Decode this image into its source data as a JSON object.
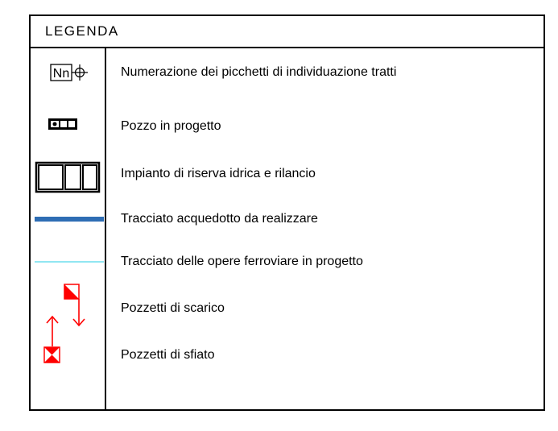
{
  "title": "LEGENDA",
  "symbol_text": "Nn",
  "items": [
    {
      "label": "Numerazione dei picchetti di individuazione tratti",
      "icon": "stake-number-icon"
    },
    {
      "label": "Pozzo in progetto",
      "icon": "well-icon"
    },
    {
      "label": "Impianto di riserva idrica e rilancio",
      "icon": "water-reserve-plant-icon"
    },
    {
      "label": "Tracciato acquedotto da realizzare",
      "icon": "aqueduct-line-icon"
    },
    {
      "label": "Tracciato delle opere ferroviare in progetto",
      "icon": "railway-line-icon"
    },
    {
      "label": "Pozzetti di scarico",
      "icon": "drain-manhole-icon"
    },
    {
      "label": "Pozzetti di sfiato",
      "icon": "vent-manhole-icon"
    }
  ],
  "colors": {
    "aqueduct": "#2e6db4",
    "railway": "#4fd6ea",
    "manholes": "#ff0000",
    "border": "#000000"
  }
}
